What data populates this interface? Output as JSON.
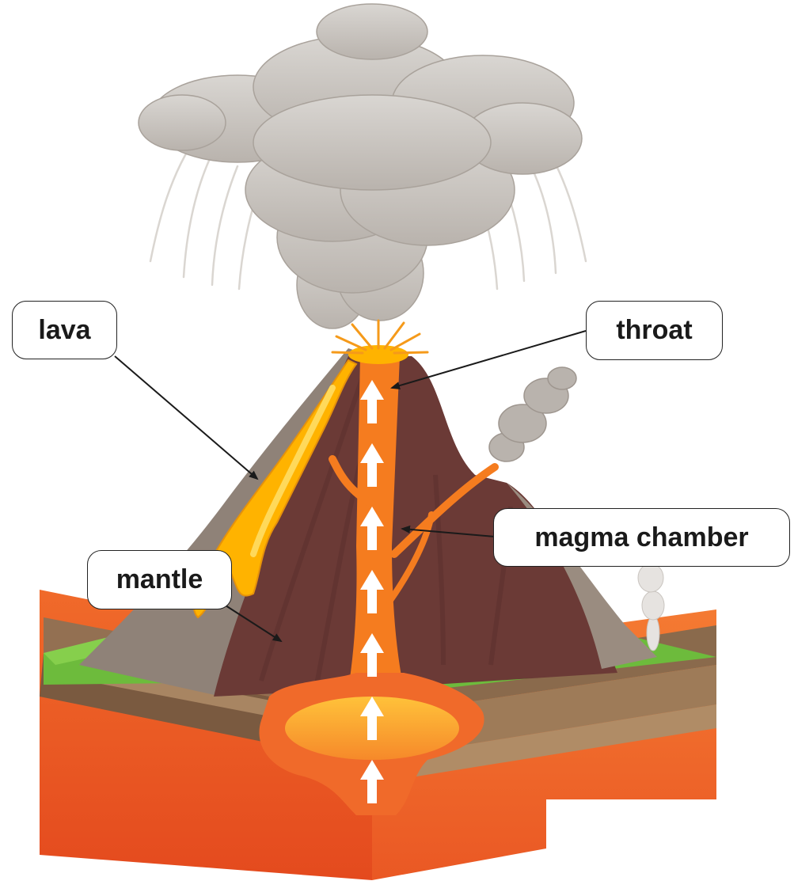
{
  "labels": {
    "lava": "lava",
    "throat": "throat",
    "magma_chamber": "magma chamber",
    "mantle": "mantle"
  },
  "colors": {
    "lava_bright": "#ffb300",
    "lava_orange": "#f57c1f",
    "mantle": "#ec5a24",
    "rock_dark": "#6b3a36",
    "rock_grey": "#8f8278",
    "grass": "#6dbb3c",
    "soil": "#8a6a4c",
    "smoke": "#cfcbc6",
    "arrow": "#ffffff",
    "leader_line": "#1a1a1a"
  }
}
